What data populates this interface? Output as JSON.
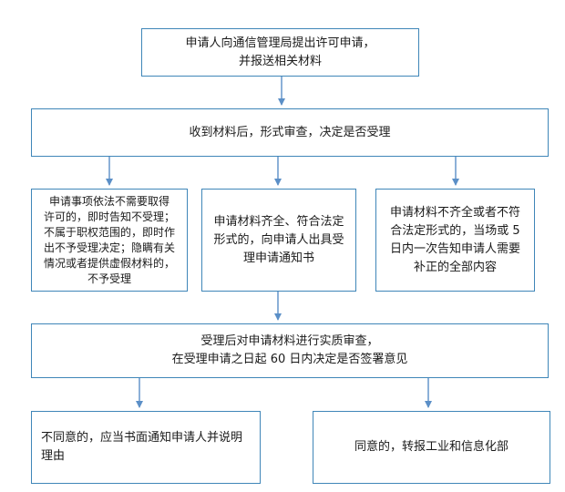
{
  "nodes": {
    "apply": [
      "申请人向通信管理局提出许可申请，",
      "并报送相关材料"
    ],
    "receive": [
      "收到材料后，形式审查，决定是否受理"
    ],
    "reject": [
      "申请事项依法不需要取得",
      "许可的，即时告知不受理；",
      "不属于职权范围的，即时作",
      "出不予受理决定；隐瞒有关",
      "情况或者提供虚假材料的，",
      "不予受理"
    ],
    "accept": [
      "申请材料齐全、符合法定",
      "形式的，向申请人出具受",
      "理申请通知书"
    ],
    "supplement": [
      "申请材料不齐全或者不符",
      "合法定形式的，当场或 5",
      "日内一次告知申请人需要",
      "补正的全部内容"
    ],
    "review": [
      "受理后对申请材料进行实质审查，",
      "在受理申请之日起 60 日内决定是否签署意见"
    ],
    "disagree": [
      "不同意的，应当书面通知申请人并说明",
      "理由"
    ],
    "agree": [
      "同意的，转报工业和信息化部"
    ]
  },
  "colors": {
    "border": "#3f86b8",
    "arrow": "#5b8fc7"
  }
}
